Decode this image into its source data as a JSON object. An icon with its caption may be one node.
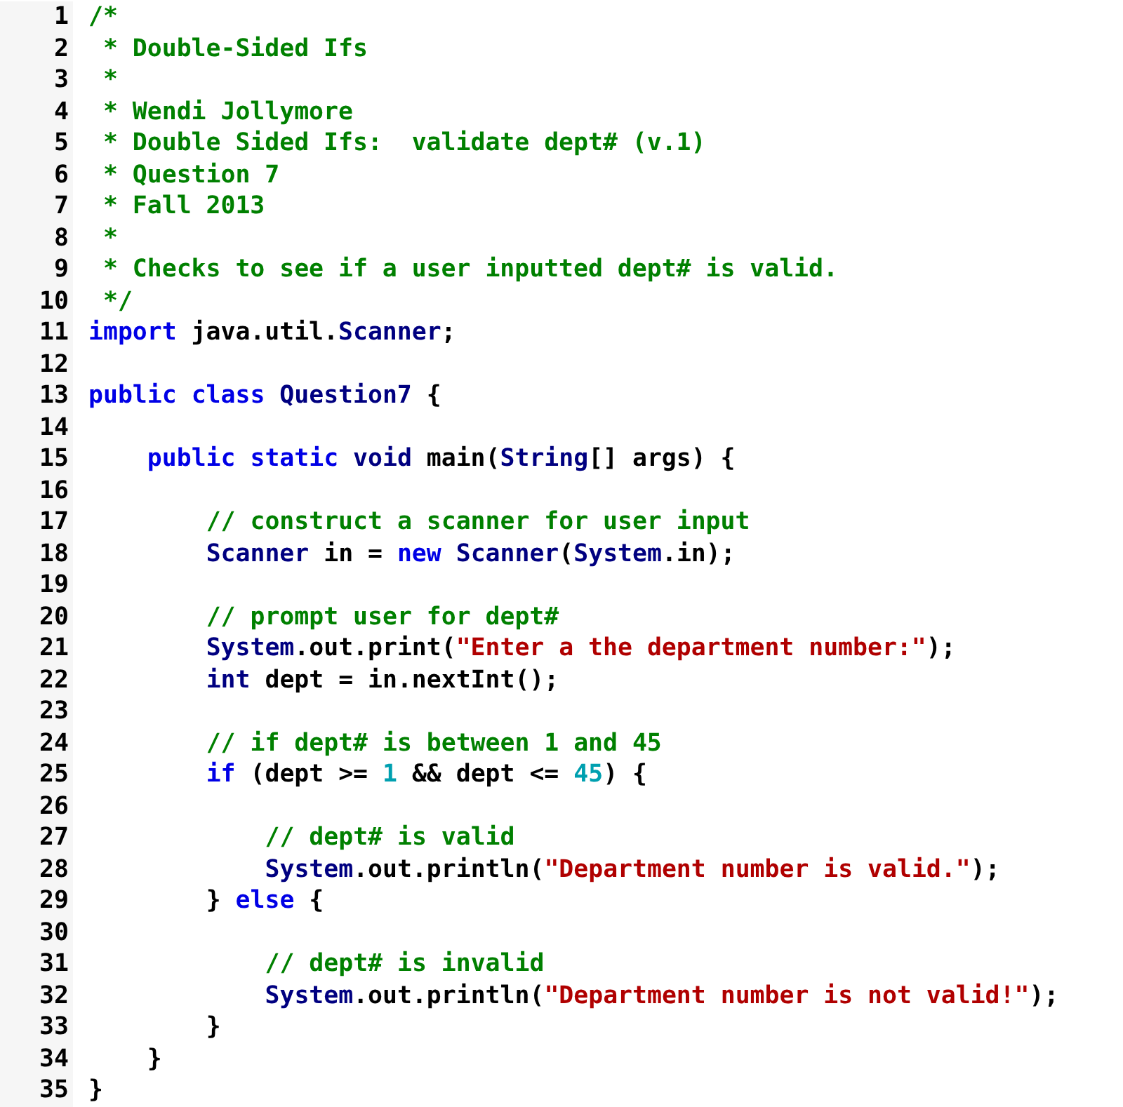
{
  "diagram": {
    "labels": [
      "1",
      "/*",
      "2",
      "* Double-Sided Ifs",
      "3",
      "*",
      "4",
      "* Wendi Jollymore",
      "5",
      "* Double Sided Ifs:  validate dept# (v.1)",
      "6",
      "* Question 7",
      "7",
      "* Fall 2013",
      "8",
      "*",
      "9",
      "* Checks to see if a user inputted dept# is valid.",
      "10",
      "*/",
      "11",
      "import java.util.Scanner;",
      "12",
      "13",
      "public class Question7 {",
      "14",
      "15",
      "public static void main(String[] args) {",
      "16",
      "17",
      "// construct a scanner for user input",
      "18",
      "Scanner in = new Scanner(System.in);",
      "19",
      "20",
      "// prompt user for dept#",
      "21",
      "System.out.print(\"Enter a the department number:\");",
      "22",
      "int dept = in.nextInt();",
      "23",
      "24",
      "// if dept# is between 1 and 45",
      "25",
      "if (dept >= 1 && dept <= 45) {",
      "26",
      "27",
      "// dept# is valid",
      "28",
      "System.out.println(\"Department number is valid.\");",
      "29",
      "} else {",
      "30",
      "31",
      "// dept# is invalid",
      "32",
      "System.out.println(\"Department number is not valid!\");",
      "33",
      "}",
      "34",
      "}",
      "35",
      "}"
    ]
  }
}
